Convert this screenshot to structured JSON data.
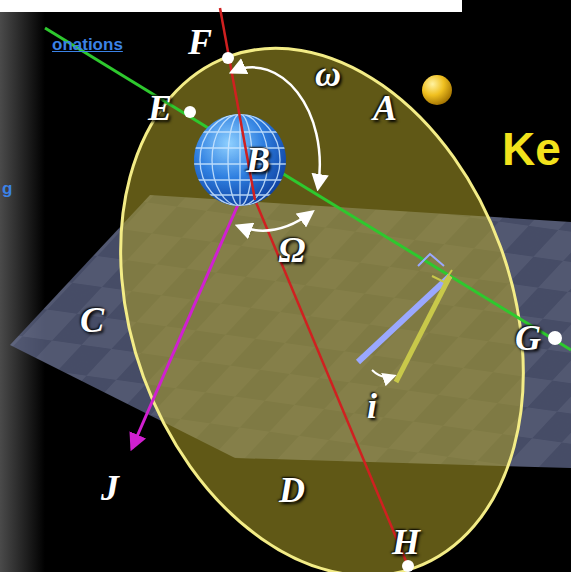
{
  "diagram": {
    "labels": [
      "onations",
      "g",
      "F",
      "E",
      "ω",
      "A",
      "Ke",
      "B",
      "Ω",
      "C",
      "G",
      "i",
      "J",
      "D",
      "H"
    ]
  }
}
